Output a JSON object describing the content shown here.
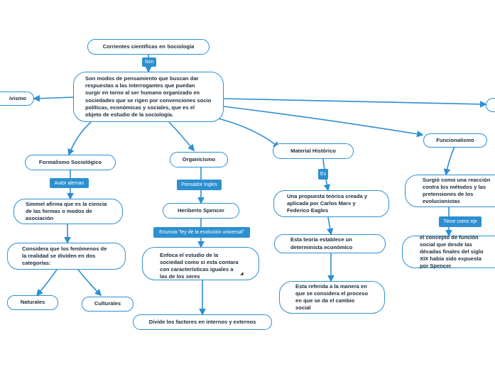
{
  "nodes": {
    "title": "Corrientes científicas en Sociología",
    "main": "Son modos de pensamiento que buscan dar respuestas a las interrogantes que puedan surgir en torno al ser humano organizado en sociedades que se rigen por convenciones socio políticas, económicas y sociales, que es el objeto de estudio de la sociología.",
    "positivismo": "ivismo",
    "formalismo": "Formalismo Sociológico",
    "simmel": "Simmel afirma que es la ciencia de las formas o modos de asociación",
    "fenomenos": "Considera que los fenómenos de la realidad se dividen en dos categorías:",
    "naturales": "Naturales",
    "culturales": "Culturales",
    "organicismo": "Organicismo",
    "spencer": "Heriberto Spencer",
    "enfoca": "Enfoca el estudio de la sociedad como si esta contara con características iguales a las de los seres",
    "divide": "Divide los factores en internos y externos",
    "material": "Material Histórico",
    "propuesta": "Una propuesta teórica creada y aplicada por Carlos Marx y Federico Eagles",
    "teoria": "Esta teoría establece un determinista económico",
    "referida": "Esta referida a la manera en que se considera el proceso en que se da el cambio social",
    "funcionalismo": "Funcionalismo",
    "surgio": "Surgió como una reacción contra los métodos y las pretensiones de los evolucionistas",
    "concepto": "el concepto de función social que desde las décadas finales del siglo XIX había sido expuesta por Spencer"
  },
  "tags": {
    "son": "Son",
    "autor": "Autor aleman",
    "pensador": "Pensador Ingles",
    "enuncia": "Enuncia \"ley de la evolución universal\"",
    "es": "Es",
    "tiene": "Tiene como eje"
  },
  "colors": {
    "accent": "#2d8fd1",
    "text": "#1a2b3c",
    "background": "#ffffff"
  }
}
